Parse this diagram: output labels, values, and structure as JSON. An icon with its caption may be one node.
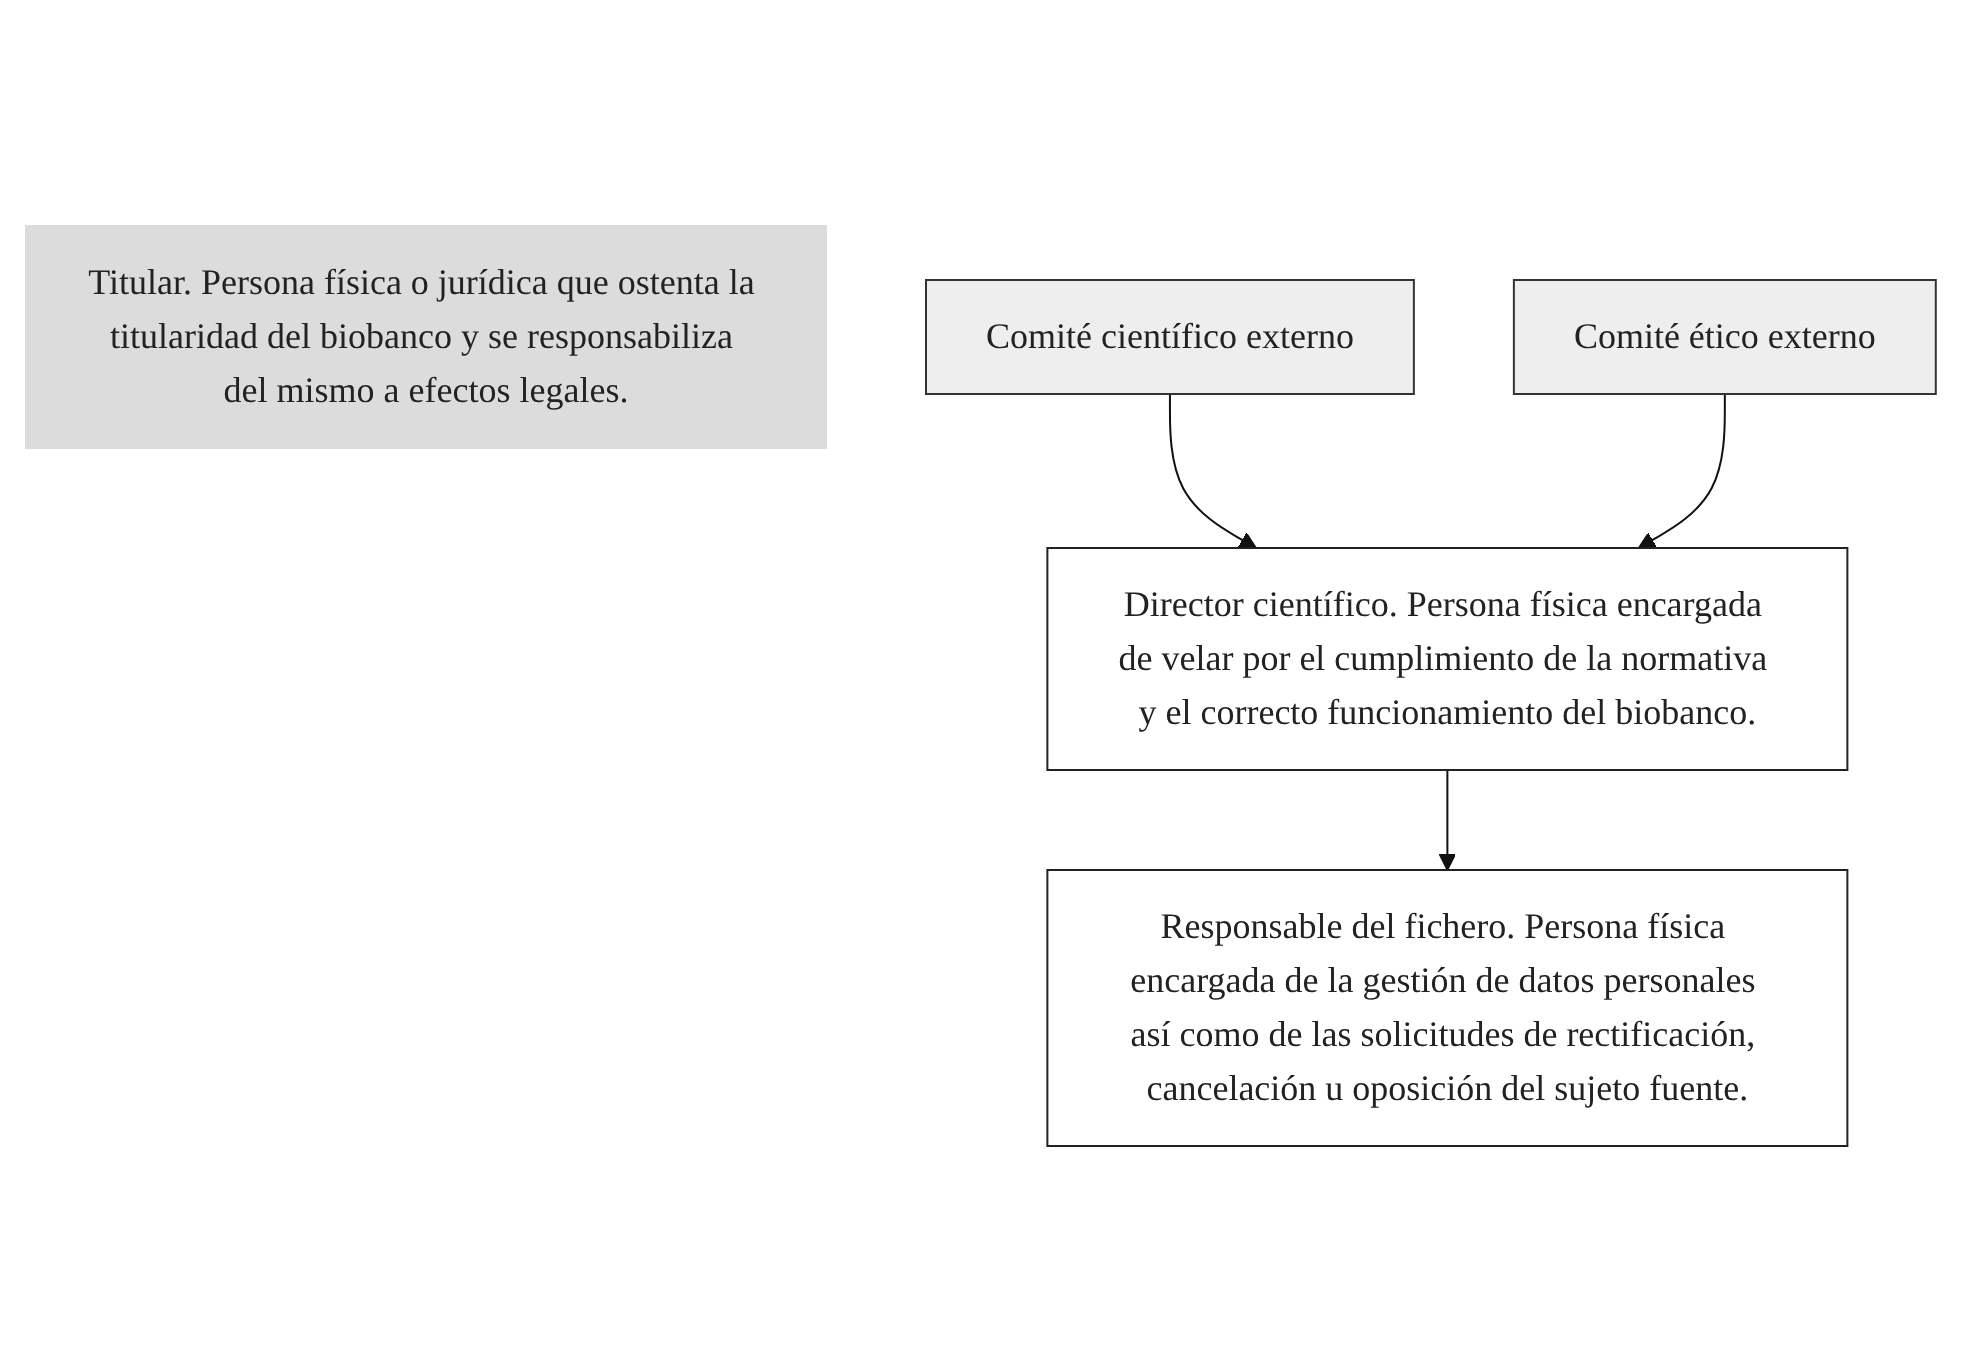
{
  "diagram": {
    "nodes": [
      {
        "text": [
          "Titular. Persona física o jurídica que ostenta la titularidad del biobanco y se responsabiliza del mismo a efectos legales."
        ]
      },
      {
        "text": [
          "Comité científico externo"
        ]
      },
      {
        "text": [
          "Director científico. Persona física encargada de velar por el cumplimiento de la normativa y el correcto funcionamiento del biobanco."
        ]
      },
      {
        "text": [
          "Comité ético externo"
        ]
      },
      {
        "text": [
          "Responsable del fichero. Persona física encargada de la gestión de datos personales así como de las solicitudes de rectificación, cancelación u oposición del sujeto fuente."
        ]
      }
    ],
    "edges": [
      {
        "from": 1,
        "to": 2,
        "arrow": "to"
      },
      {
        "from": 3,
        "to": 2,
        "arrow": "to"
      },
      {
        "from": 2,
        "to": 4,
        "arrow": "to"
      }
    ]
  }
}
